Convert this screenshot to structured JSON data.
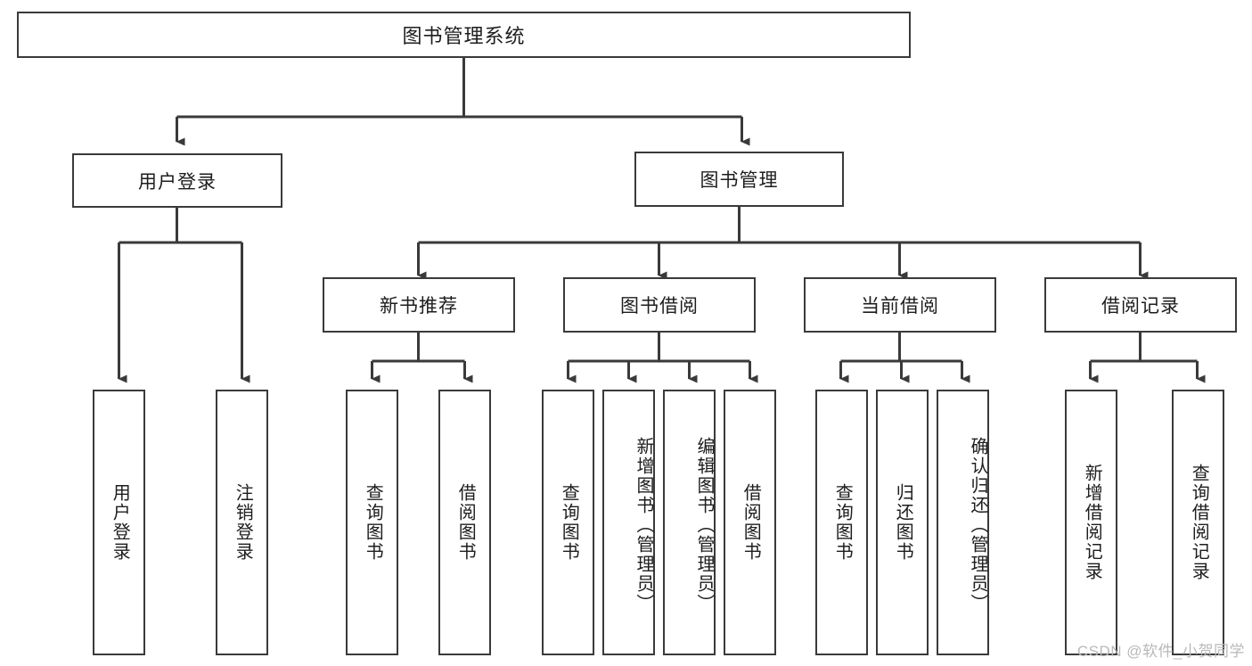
{
  "diagram": {
    "title": "图书管理系统",
    "type": "tree-hierarchy-chart",
    "root": {
      "label": "图书管理系统"
    },
    "level2": [
      {
        "label": "用户登录"
      },
      {
        "label": "图书管理"
      }
    ],
    "level3": [
      {
        "label": "新书推荐"
      },
      {
        "label": "图书借阅"
      },
      {
        "label": "当前借阅"
      },
      {
        "label": "借阅记录"
      }
    ],
    "leaves": {
      "user_login": [
        {
          "label": "用户登录"
        },
        {
          "label": "注销登录"
        }
      ],
      "new_book_recommend": [
        {
          "label": "查询图书"
        },
        {
          "label": "借阅图书"
        }
      ],
      "book_borrow": [
        {
          "label": "查询图书"
        },
        {
          "label": "新增图书（管理员）"
        },
        {
          "label": "编辑图书（管理员）"
        },
        {
          "label": "借阅图书"
        }
      ],
      "current_borrow": [
        {
          "label": "查询图书"
        },
        {
          "label": "归还图书"
        },
        {
          "label": "确认归还（管理员）"
        }
      ],
      "borrow_record": [
        {
          "label": "新增借阅记录"
        },
        {
          "label": "查询借阅记录"
        }
      ]
    }
  },
  "watermark": {
    "text": "CSDN @软件_小贺同学"
  },
  "colors": {
    "border": "#3a3a3a",
    "background": "#ffffff",
    "text": "#1d1d1d",
    "watermark": "#b9b9b9"
  }
}
